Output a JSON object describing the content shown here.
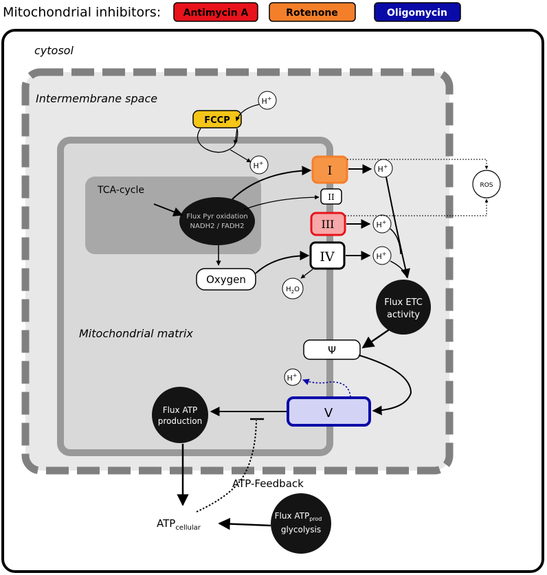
{
  "legend": {
    "title": "Mitochondrial inhibitors:",
    "items": [
      {
        "label": "Antimycin A",
        "color": "#e8131b"
      },
      {
        "label": "Rotenone",
        "color": "#f47f2a"
      },
      {
        "label": "Oligomycin",
        "color": "#0a0aa8"
      }
    ]
  },
  "regions": {
    "cytosol": "cytosol",
    "intermembrane": "Intermembrane space",
    "matrix": "Mitochondrial matrix",
    "tca": "TCA-cycle"
  },
  "nodes": {
    "fccp": "FCCP",
    "flux_pyr_line1": "Flux Pyr oxidation",
    "flux_pyr_line2": "NADH2 / FADH2",
    "oxygen": "Oxygen",
    "complex1": "I",
    "complex2": "II",
    "complex3": "III",
    "complex4": "IV",
    "complex5": "V",
    "psi": "Ψ",
    "ros": "ROS",
    "flux_etc_line1": "Flux ETC",
    "flux_etc_line2": "activity",
    "flux_atp_line1": "Flux ATP",
    "flux_atp_line2": "production",
    "flux_glyc_line1": "Flux ATP",
    "flux_glyc_sub": "prod",
    "flux_glyc_line2": "glycolysis",
    "atp_main": "ATP",
    "atp_sub": "cellular",
    "atp_feedback": "ATP-Feedback",
    "h_plus": "H",
    "h_plus_sup": "+",
    "h2o_h": "H",
    "h2o_sub": "2",
    "h2o_o": "O"
  },
  "colors": {
    "complex1_fill": "#f79546",
    "complex1_stroke": "#f47f2a",
    "complex3_fill": "#f7a8a8",
    "complex3_stroke": "#e8131b",
    "complex5_fill": "#d3d3f5",
    "complex5_stroke": "#0a0aa8",
    "fccp_fill": "#f5c518",
    "ros_arrow": "#0a0aa8"
  }
}
